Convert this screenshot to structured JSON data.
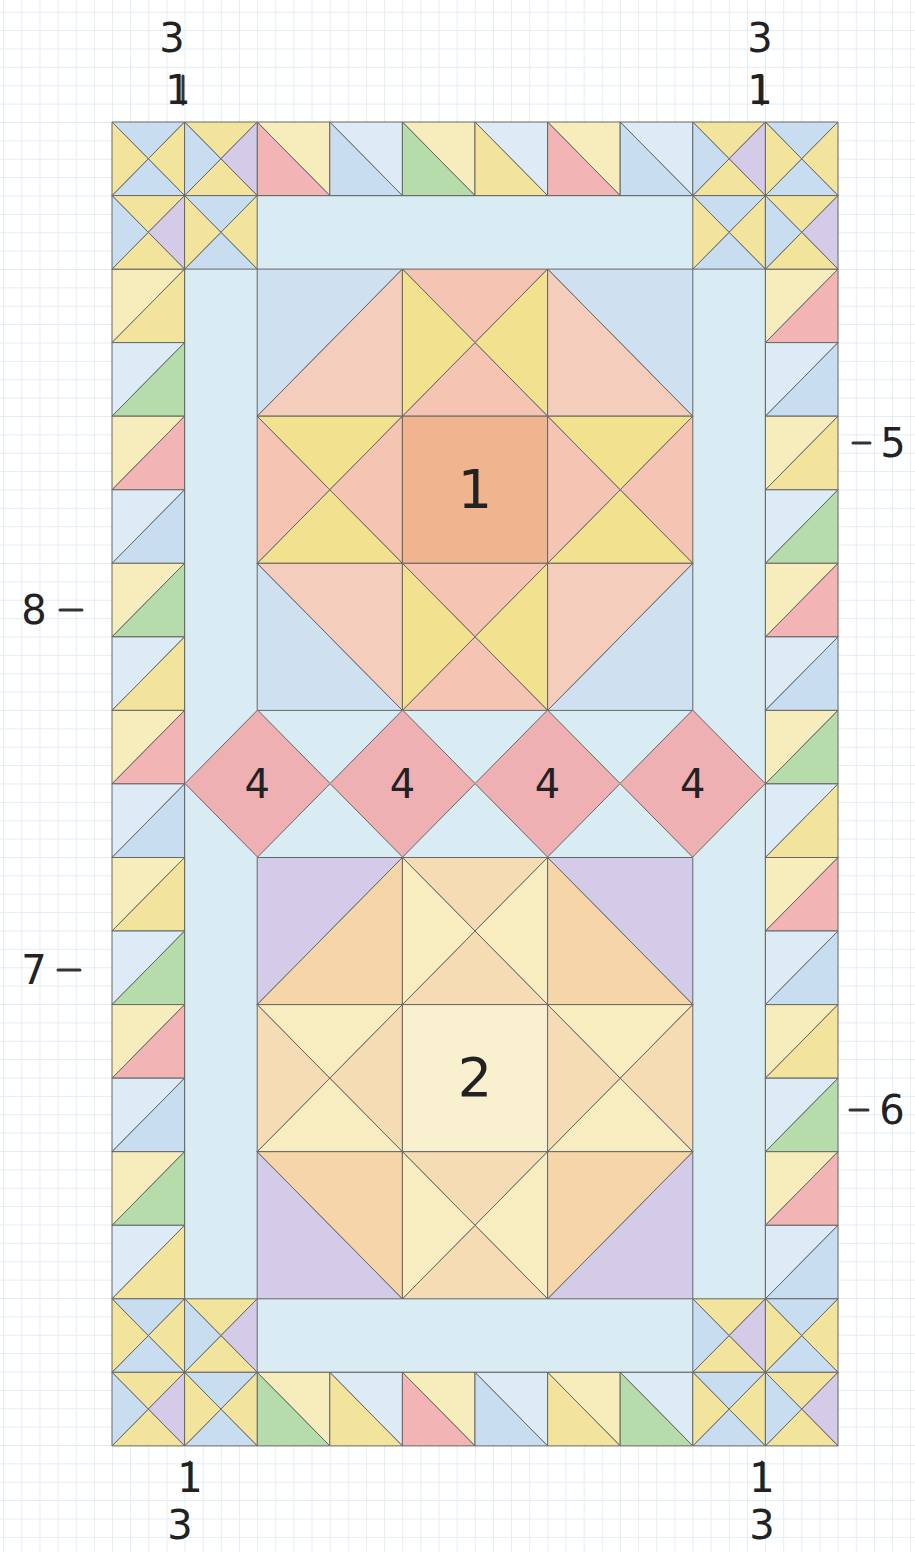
{
  "diagram": {
    "nodes": [
      {
        "text": [
          "1"
        ]
      },
      {
        "text": [
          "4"
        ]
      },
      {
        "text": [
          "4"
        ]
      },
      {
        "text": [
          "4"
        ]
      },
      {
        "text": [
          "4"
        ]
      },
      {
        "text": [
          "2"
        ]
      }
    ],
    "labels": [
      "3",
      "3",
      "1",
      "1",
      "5",
      "8",
      "7",
      "6",
      "1",
      "1",
      "3",
      "3"
    ]
  }
}
